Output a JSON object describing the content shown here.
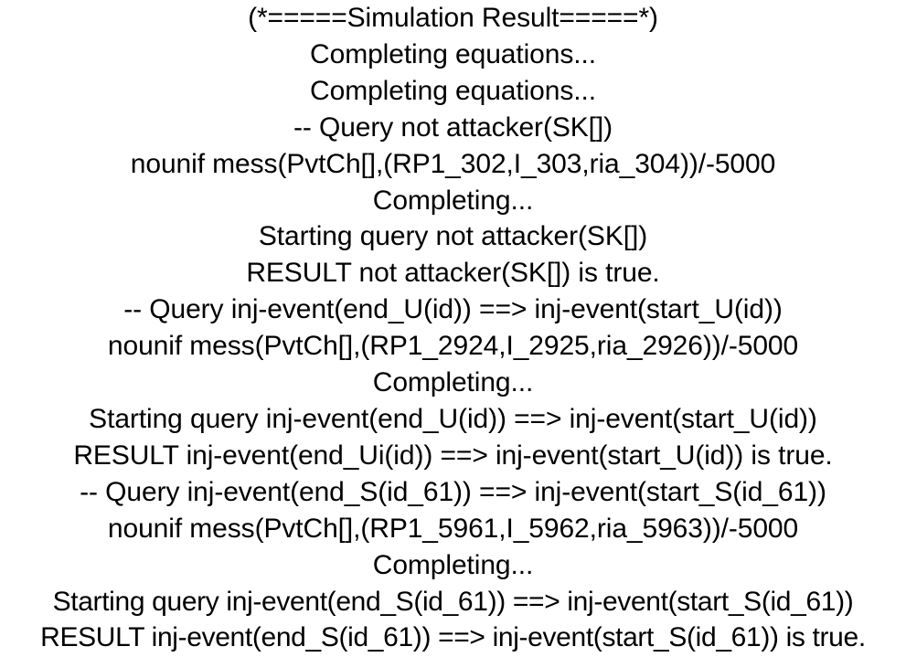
{
  "console": {
    "header": "(*=====Simulation Result=====*)",
    "lines": [
      "(*=====Simulation Result=====*)",
      "Completing equations...",
      "Completing equations...",
      "-- Query not attacker(SK[])",
      "nounif mess(PvtCh[],(RP1_302,I_303,ria_304))/-5000",
      "Completing...",
      "Starting query not attacker(SK[])",
      "RESULT not attacker(SK[]) is true.",
      "-- Query inj-event(end_U(id)) ==> inj-event(start_U(id))",
      "nounif mess(PvtCh[],(RP1_2924,I_2925,ria_2926))/-5000",
      "Completing...",
      "Starting query inj-event(end_U(id)) ==> inj-event(start_U(id))",
      "RESULT inj-event(end_Ui(id)) ==> inj-event(start_U(id)) is true.",
      "-- Query inj-event(end_S(id_61)) ==> inj-event(start_S(id_61))",
      "nounif mess(PvtCh[],(RP1_5961,I_5962,ria_5963))/-5000",
      "Completing...",
      "Starting query inj-event(end_S(id_61)) ==> inj-event(start_S(id_61))",
      "RESULT inj-event(end_S(id_61)) ==> inj-event(start_S(id_61)) is true."
    ],
    "results": [
      {
        "query": "not attacker(SK[])",
        "verdict": "true"
      },
      {
        "query": "inj-event(end_U(id)) ==> inj-event(start_U(id))",
        "verdict": "true"
      },
      {
        "query": "inj-event(end_S(id_61)) ==> inj-event(start_S(id_61))",
        "verdict": "true"
      }
    ],
    "colors": {
      "background": "#ffffff",
      "text": "#000000"
    }
  }
}
